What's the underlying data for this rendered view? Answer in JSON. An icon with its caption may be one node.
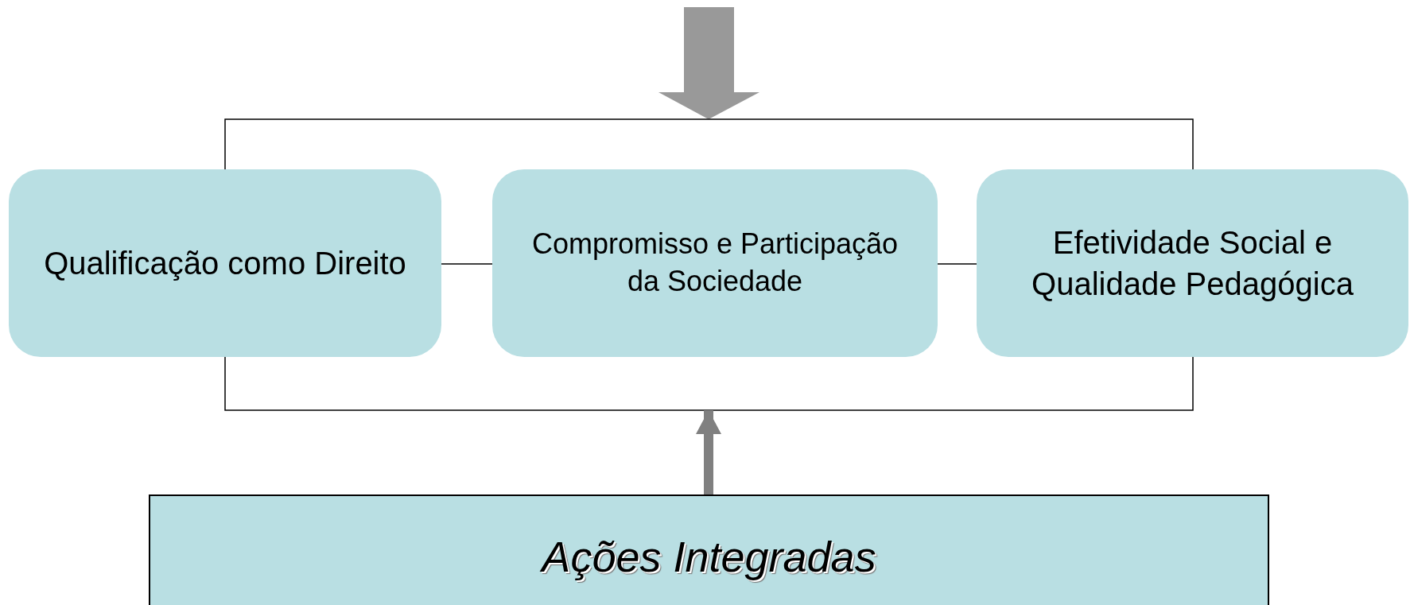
{
  "diagram": {
    "nodes": [
      {
        "text": [
          "Qualificação como Direito"
        ]
      },
      {
        "text": [
          "Compromisso e Participação da Sociedade"
        ]
      },
      {
        "text": [
          "Efetividade Social e Qualidade Pedagógica"
        ]
      },
      {
        "text": [
          "Ações Integradas"
        ]
      }
    ],
    "edges": [
      {
        "from": 0,
        "to": 2,
        "arrow": "none"
      },
      {
        "from": 0,
        "to": 2,
        "arrow": "none"
      },
      {
        "from": 0,
        "to": 1,
        "arrow": "none"
      },
      {
        "from": 1,
        "to": 2,
        "arrow": "none"
      },
      {
        "from": 3,
        "to": 1,
        "arrow": "to",
        "style": "thick",
        "color": "#808080"
      }
    ]
  }
}
